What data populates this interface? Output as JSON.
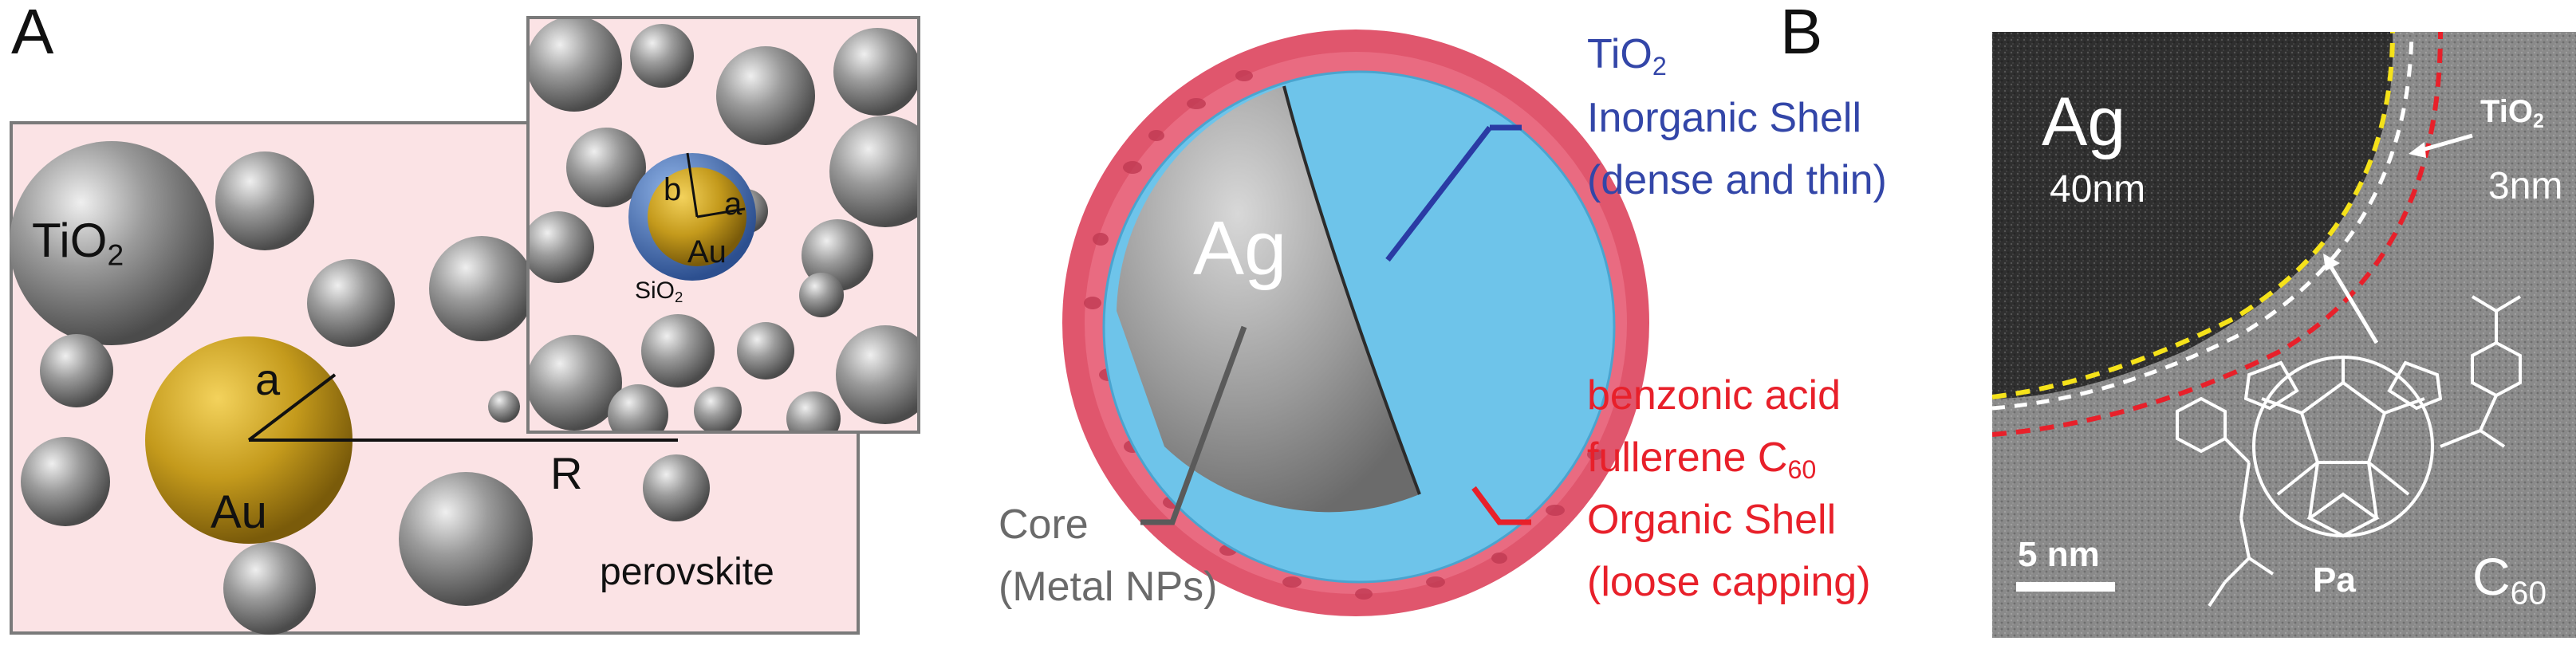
{
  "panel_a": {
    "letter": "A",
    "tio2_label": "TiO",
    "tio2_sub": "2",
    "au_label": "Au",
    "radius_a": "a",
    "distance_R": "R",
    "perovskite_label": "perovskite",
    "inset": {
      "b_label": "b",
      "a_label": "a",
      "au_label": "Au",
      "sio2_label": "SiO",
      "sio2_sub": "2"
    }
  },
  "middle": {
    "ag_label": "Ag",
    "tio2_label": "TiO",
    "tio2_sub": "2",
    "inorganic_shell": "Inorganic Shell",
    "inorganic_desc": "(dense and thin)",
    "benzoic_label": "benzonic acid",
    "fullerene_label": "fullerene C",
    "fullerene_sub": "60",
    "organic_shell": "Organic Shell",
    "organic_desc": "(loose capping)",
    "core_label": "Core",
    "core_desc": "(Metal NPs)"
  },
  "panel_b": {
    "letter": "B",
    "ag_label": "Ag",
    "ag_size": "40nm",
    "tio2_label": "TiO",
    "tio2_sub": "2",
    "tio2_size": "3nm",
    "scale_label": "5 nm",
    "pa_label": "Pa",
    "c60_label": "C",
    "c60_sub": "60"
  },
  "colors": {
    "pink_bg": "#fbe3e5",
    "gold": "#c49a1c",
    "silica": "#4a73b8",
    "tio2_blue": "#6ec4ea",
    "organic_red": "#e0566d",
    "blue_text": "#3346a8",
    "red_text": "#e8202a",
    "gray_text": "#6a6a6a"
  }
}
